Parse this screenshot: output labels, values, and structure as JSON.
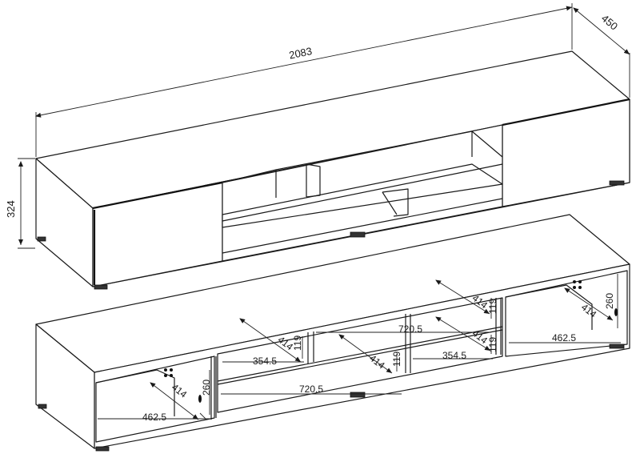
{
  "drawing": {
    "top_unit": {
      "overall_length": "2083",
      "depth": "450",
      "height": "324"
    },
    "bottom_unit": {
      "left_compartment_width": "462.5",
      "left_compartment_depth": "414",
      "left_compartment_height": "260",
      "center_lower_width": "720.5",
      "center_upper_width": "720.5",
      "center_depth": "414",
      "center_shelf_height": "119",
      "small_left_width": "354.5",
      "small_left_depth": "414",
      "small_left_height": "119",
      "small_right_width": "354.5",
      "small_right_depth": "414",
      "small_right_height": "119",
      "upper_right_depth": "414",
      "upper_right_height": "119",
      "right_compartment_width": "462.5",
      "right_compartment_depth": "414",
      "right_compartment_height": "260",
      "center_lower_depth": "414",
      "center_lower_height": "119"
    }
  },
  "colors": {
    "line": "#1a1a1a",
    "background": "#ffffff"
  }
}
